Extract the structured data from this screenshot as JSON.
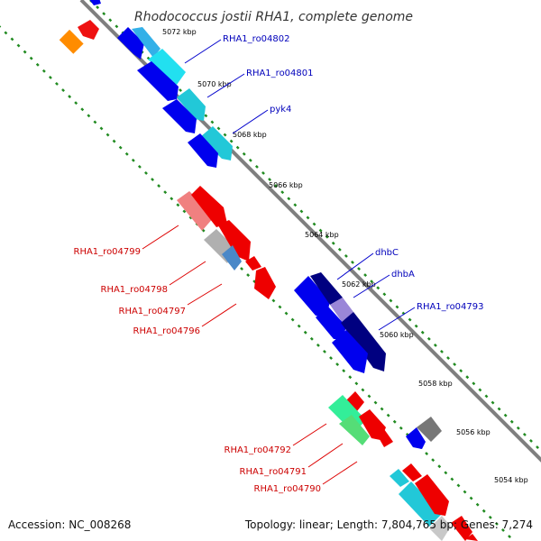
{
  "title": "Rhodococcus jostii RHA1, complete genome",
  "footer": {
    "accession": "Accession: NC_008268",
    "summary": "Topology: linear; Length: 7,804,765 bp; Genes: 7,274"
  },
  "ticks": [
    "5072 kbp",
    "5070 kbp",
    "5068 kbp",
    "5066 kbp",
    "5064 kbp",
    "5062 kbp",
    "5060 kbp",
    "5058 kbp",
    "5056 kbp",
    "5054 kbp"
  ],
  "labels_forward": [
    "RHA1_ro04802",
    "RHA1_ro04801",
    "pyk4",
    "dhbC",
    "dhbA",
    "RHA1_ro04793"
  ],
  "labels_reverse": [
    "RHA1_ro04799",
    "RHA1_ro04798",
    "RHA1_ro04797",
    "RHA1_ro04796",
    "RHA1_ro04792",
    "RHA1_ro04791",
    "RHA1_ro04790"
  ],
  "colors": {
    "backbone": "#888888",
    "tick_dots": "#228b22",
    "forward_label": "#0000bb",
    "reverse_label": "#cc0000",
    "forward_gene": "#0000ee",
    "reverse_gene": "#ee0000",
    "navy_gene": "#000080",
    "cyan_gene": "#22c8d8",
    "pink_gene": "#f08080",
    "green_gene": "#33ee99",
    "gray_gene": "#777777",
    "orange_gene": "#ff8c00"
  }
}
